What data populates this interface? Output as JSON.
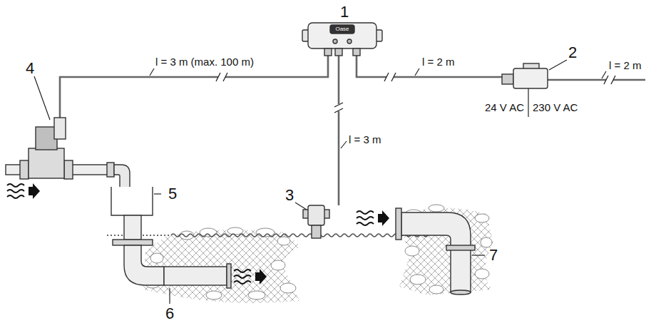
{
  "diagram": {
    "labels": [
      "1",
      "2",
      "l = 3 m (max. 100 m)",
      "l = 2 m",
      "l = 2 m",
      "24 V AC",
      "230 V AC",
      "l = 3 m",
      "3",
      "4",
      "5",
      "6",
      "7",
      "Oase"
    ]
  }
}
